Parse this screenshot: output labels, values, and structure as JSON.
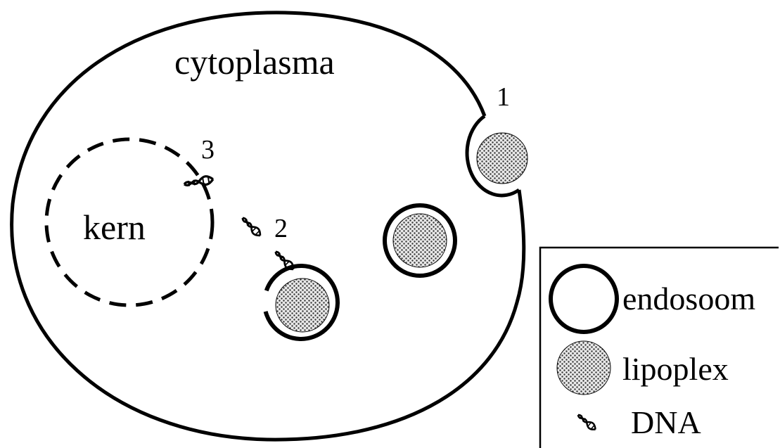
{
  "labels": {
    "cytoplasm": "cytoplasma",
    "nucleus": "kern",
    "step1": "1",
    "step2": "2",
    "step3": "3"
  },
  "legend": {
    "items": [
      {
        "icon": "endosome-ring-icon",
        "label": "endosoom"
      },
      {
        "icon": "lipoplex-particle-icon",
        "label": "lipoplex"
      },
      {
        "icon": "dna-helix-icon",
        "label": "DNA"
      }
    ]
  },
  "colors": {
    "stroke": "#000000",
    "background": "#ffffff",
    "lipoplex_fill": "#bdbdbd"
  }
}
